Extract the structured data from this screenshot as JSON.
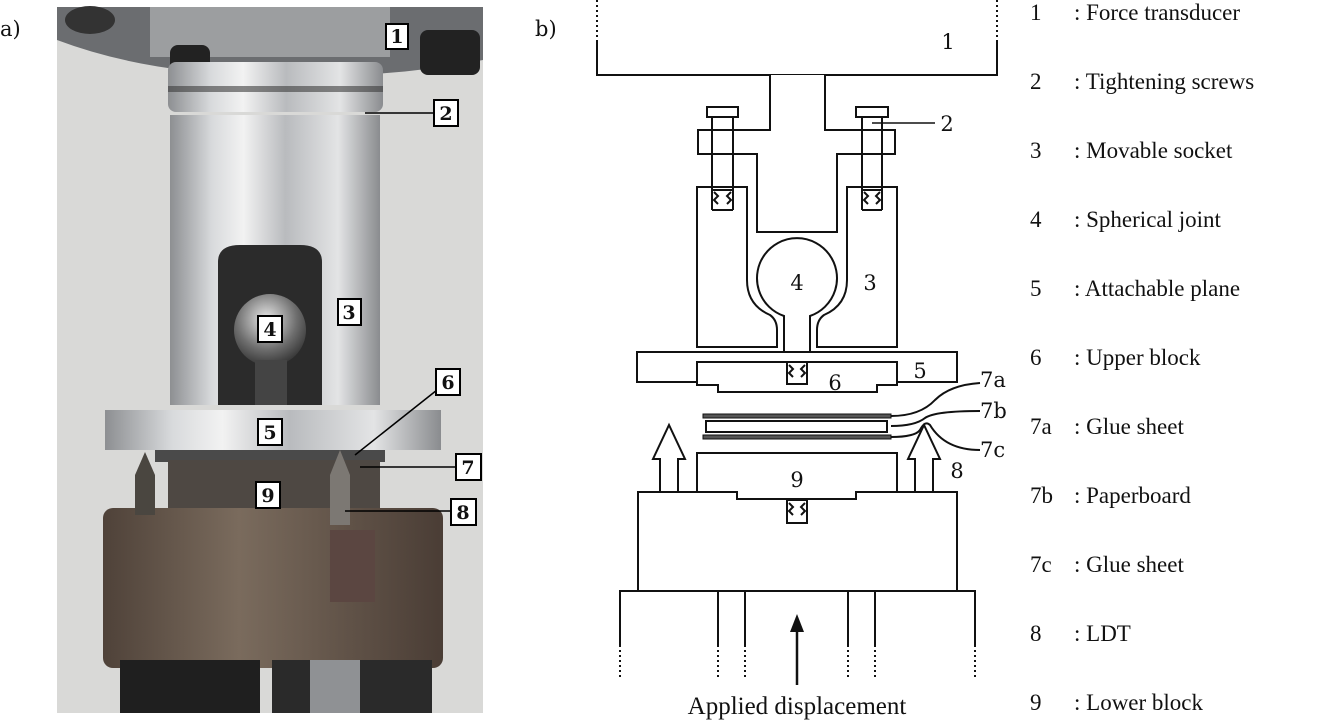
{
  "panels": {
    "a": "a)",
    "b": "b)"
  },
  "photo_labels": [
    "1",
    "2",
    "3",
    "4",
    "5",
    "6",
    "7",
    "8",
    "9"
  ],
  "diagram_labels": {
    "l1": "1",
    "l2": "2",
    "l3": "3",
    "l4": "4",
    "l5": "5",
    "l6": "6",
    "l7a": "7a",
    "l7b": "7b",
    "l7c": "7c",
    "l8": "8",
    "l9": "9",
    "applied": "Applied displacement"
  },
  "legend": [
    {
      "num": "1",
      "text": ": Force transducer"
    },
    {
      "num": "2",
      "text": ": Tightening screws"
    },
    {
      "num": "3",
      "text": ": Movable socket"
    },
    {
      "num": "4",
      "text": ": Spherical joint"
    },
    {
      "num": "5",
      "text": ": Attachable plane"
    },
    {
      "num": "6",
      "text": ": Upper block"
    },
    {
      "num": "7a",
      "text": ": Glue sheet"
    },
    {
      "num": "7b",
      "text": ": Paperboard"
    },
    {
      "num": "7c",
      "text": ": Glue sheet"
    },
    {
      "num": "8",
      "text": ": LDT"
    },
    {
      "num": "9",
      "text": ": Lower block"
    }
  ]
}
